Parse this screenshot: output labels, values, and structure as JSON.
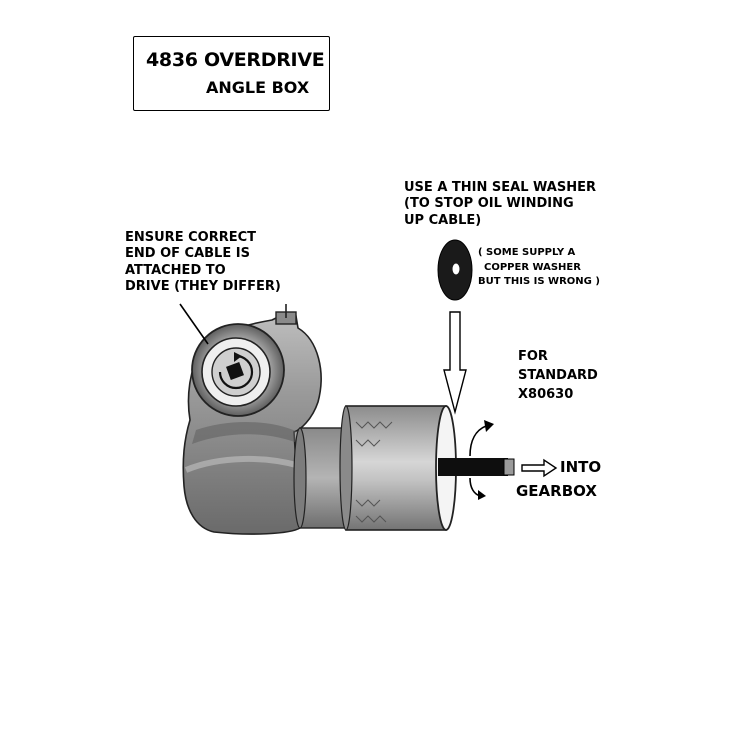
{
  "title": {
    "line1": "4836 OVERDRIVE",
    "line2": "ANGLE BOX"
  },
  "notes": {
    "ensure": [
      "ENSURE CORRECT",
      "END OF CABLE IS",
      "ATTACHED TO",
      "DRIVE (THEY DIFFER)"
    ],
    "washer": [
      "USE A THIN SEAL WASHER",
      "(TO STOP OIL WINDING",
      "UP CABLE)"
    ],
    "washer_aside": [
      "( SOME SUPPLY  A",
      "COPPER  WASHER",
      "BUT THIS IS  WRONG )"
    ],
    "standard": [
      "FOR",
      "STANDARD",
      "X80630"
    ],
    "into": [
      "INTO",
      "GEARBOX"
    ]
  },
  "colors": {
    "ink": "#000000",
    "metal_dark": "#6e6e6e",
    "metal_mid": "#9a9a9a",
    "metal_light": "#d8d8d8",
    "washer": "#1a1a1a"
  },
  "icons": [
    "angle-box-drawing",
    "seal-washer-icon",
    "down-arrow-icon",
    "rotation-arrow-icon",
    "right-arrow-icon"
  ]
}
